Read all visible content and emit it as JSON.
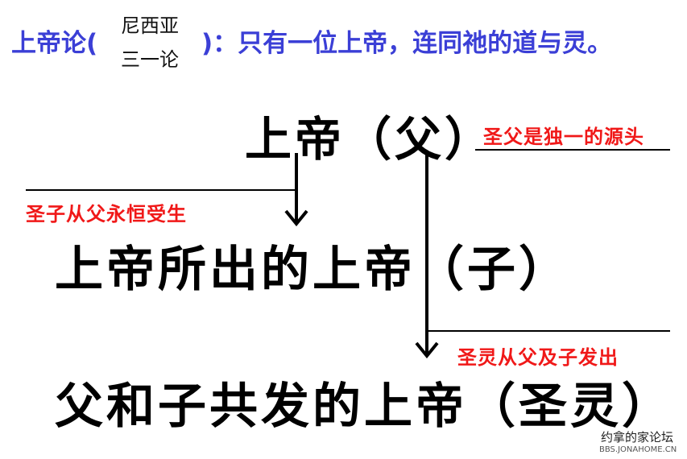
{
  "header": {
    "prefix": "上帝论(",
    "stacked_top": "尼西亚",
    "stacked_bottom": "三一论",
    "suffix": ")：只有一位上帝，连同祂的道与灵。"
  },
  "nodes": {
    "father": "上帝（父）",
    "son": "上帝所出的上帝（子）",
    "spirit": "父和子共发的上帝（圣灵）"
  },
  "annotations": {
    "father_source": "圣父是独一的源头",
    "son_begotten": "圣子从父永恒受生",
    "spirit_proceeds": "圣灵从父及子发出"
  },
  "watermark": {
    "name": "约拿的家论坛",
    "url": "BBS.JONAHOME.CN"
  },
  "colors": {
    "header": "#3b3fd6",
    "annotation": "#f01818",
    "node": "#000000"
  }
}
